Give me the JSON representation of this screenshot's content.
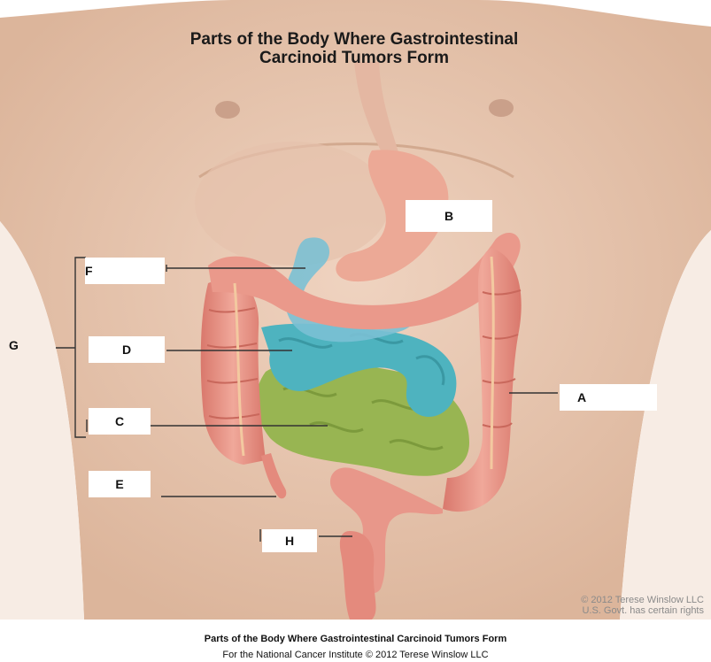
{
  "title": "Parts of the Body Where Gastrointestinal\nCarcinoid Tumors Form",
  "labels": {
    "a": "A",
    "b": "B",
    "c": "C",
    "d": "D",
    "e": "E",
    "f": "F",
    "g": "G",
    "h": "H"
  },
  "copyright": "© 2012 Terese Winslow LLC\nU.S. Govt. has certain rights",
  "caption": {
    "line1": "Parts of the Body Where Gastrointestinal Carcinoid Tumors Form",
    "line2": "For the National Cancer Institute © 2012 Terese Winslow LLC"
  },
  "colors": {
    "skin": "#e9c7b0",
    "skin_shadow": "#d8ab90",
    "colon": "#e8978a",
    "stomach": "#e9a592",
    "duodenum": "#7cc0d4",
    "jejunum": "#4fb4bf",
    "ileum": "#94b352",
    "line": "#333333"
  }
}
